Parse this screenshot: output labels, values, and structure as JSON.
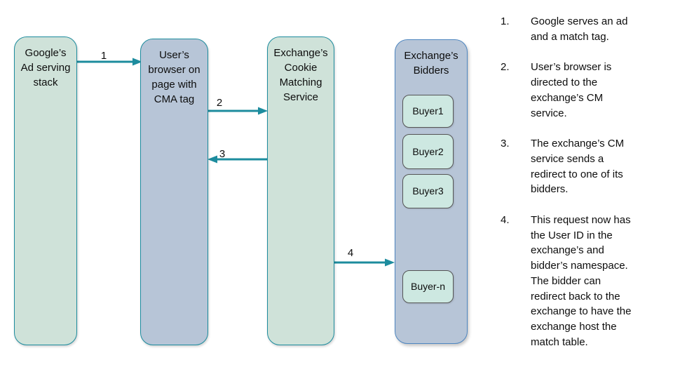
{
  "colors": {
    "teal": "#1d8c9e",
    "node-green": "#cfe2d9",
    "node-blue": "#b7c5d7",
    "bidders-border": "#4e86c0",
    "buyer-fill": "#cde8e1",
    "buyer-border": "#555555",
    "text": "#0d0d0d"
  },
  "diagram": {
    "nodes": {
      "google": {
        "label": "Google’s\nAd serving\nstack"
      },
      "browser": {
        "label": "User’s\nbrowser on\npage with\nCMA tag"
      },
      "cm": {
        "label": "Exchange’s\nCookie\nMatching\nService"
      },
      "bidders": {
        "label": "Exchange’s\nBidders",
        "buyers": [
          "Buyer1",
          "Buyer2",
          "Buyer3",
          "Buyer-n"
        ]
      }
    },
    "arrow_labels": {
      "a1": "1",
      "a2": "2",
      "a3": "3",
      "a4": "4"
    }
  },
  "steps": [
    {
      "num": "1.",
      "text": "Google serves an ad\nand a match tag."
    },
    {
      "num": "2.",
      "text": "User’s browser is\ndirected to the\nexchange’s CM\nservice."
    },
    {
      "num": "3.",
      "text": "The exchange’s CM\nservice sends a\nredirect to one of its\nbidders."
    },
    {
      "num": "4.",
      "text": "This request now has\nthe User ID in the\nexchange’s and\nbidder’s namespace.\nThe bidder can\nredirect back to the\nexchange to have the\nexchange host the\nmatch table."
    }
  ]
}
